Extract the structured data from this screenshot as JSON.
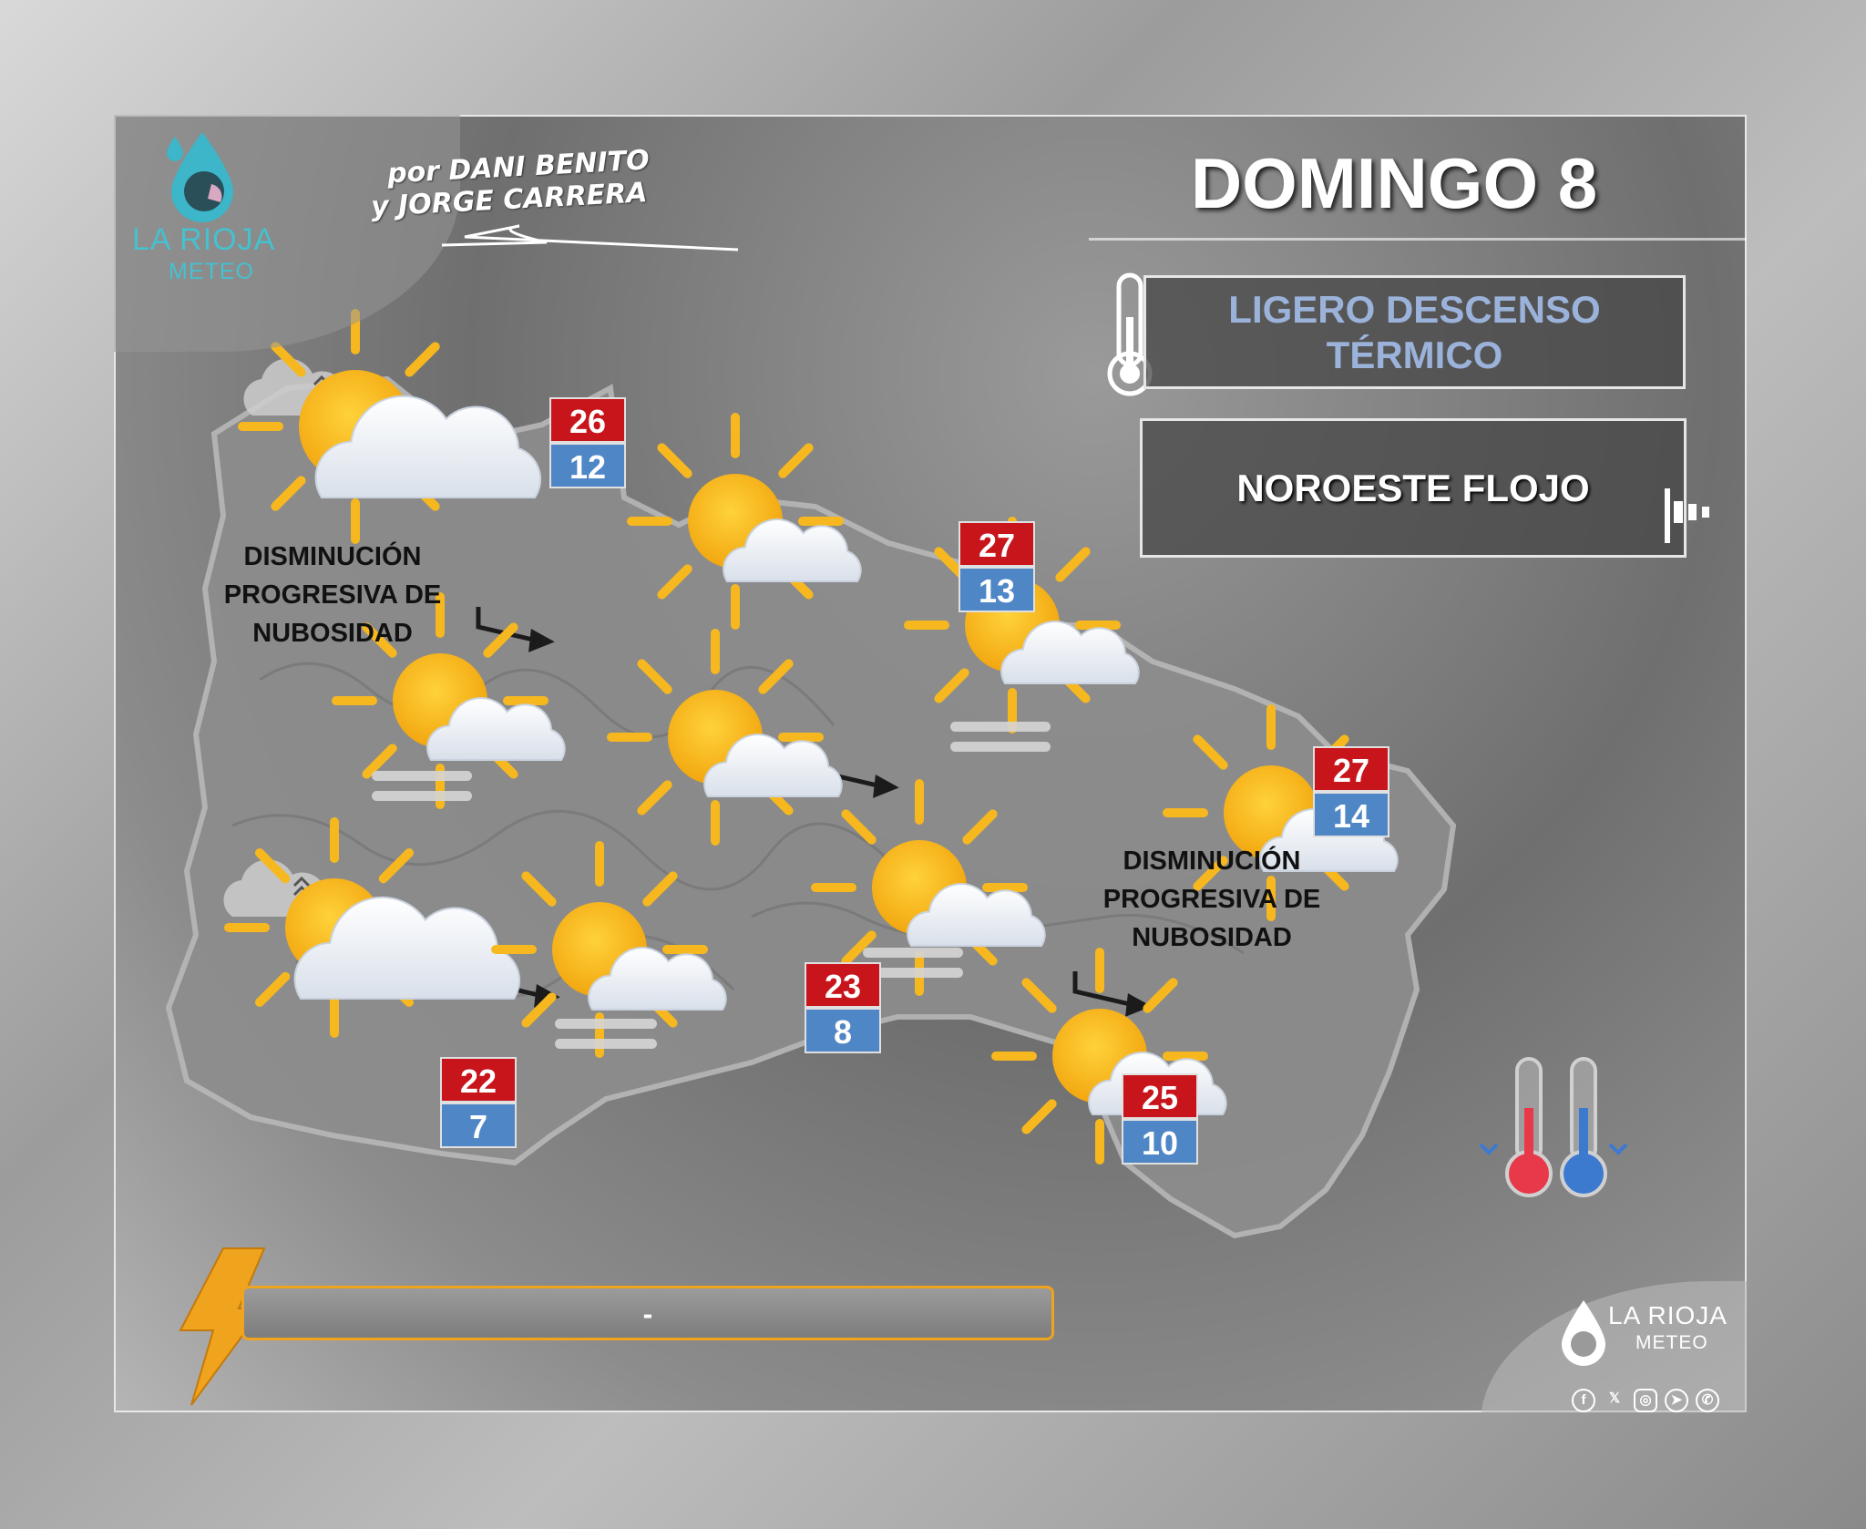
{
  "logo": {
    "name_line1": "LA RIOJA",
    "name_line2": "METEO"
  },
  "authors": {
    "line1": "por DANI BENITO",
    "line2": "y JORGE CARRERA"
  },
  "title": "DOMINGO 8",
  "temperature_trend": {
    "line1": "LIGERO DESCENSO",
    "line2": "TÉRMICO"
  },
  "wind": "NOROESTE FLOJO",
  "notes": [
    {
      "line1": "DISMINUCIÓN",
      "line2": "PROGRESIVA DE",
      "line3": "NUBOSIDAD"
    },
    {
      "line1": "DISMINUCIÓN",
      "line2": "PROGRESIVA DE",
      "line3": "NUBOSIDAD"
    }
  ],
  "temperatures": [
    {
      "max": "26",
      "min": "12"
    },
    {
      "max": "27",
      "min": "13"
    },
    {
      "max": "27",
      "min": "14"
    },
    {
      "max": "23",
      "min": "8"
    },
    {
      "max": "22",
      "min": "7"
    },
    {
      "max": "25",
      "min": "10"
    }
  ],
  "storm_bar_text": "-",
  "footer_logo": {
    "name_line1": "LA RIOJA",
    "name_line2": "METEO"
  },
  "weather_icons": [
    "sun-cloud-icon",
    "sun-cloud-fog-icon",
    "fog-icon",
    "wind-arrow-icon",
    "thermometer-icon",
    "lightning-icon"
  ],
  "colors": {
    "max_temp": "#c8141b",
    "min_temp": "#4f86c6",
    "sun": "#f7b81f",
    "storm_border": "#f0a31c",
    "logo": "#45c1cf"
  }
}
